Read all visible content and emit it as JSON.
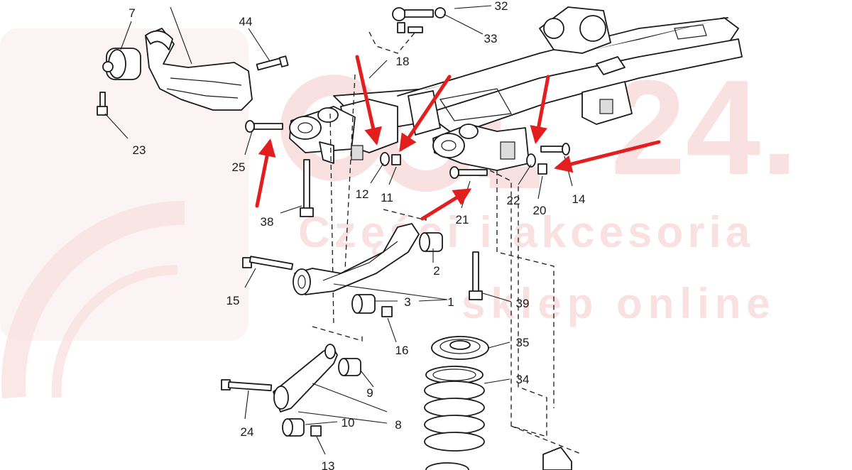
{
  "watermark": {
    "brand": "24.",
    "tagline1": "Części i akcesoria",
    "tagline2": "sklep online",
    "color": "#f4c9c9"
  },
  "arrow_color": "#e31e1e",
  "callouts": [
    {
      "key": "n7",
      "label": "7"
    },
    {
      "key": "n44",
      "label": "44"
    },
    {
      "key": "n23",
      "label": "23"
    },
    {
      "key": "n25",
      "label": "25"
    },
    {
      "key": "n38",
      "label": "38"
    },
    {
      "key": "n32",
      "label": "32"
    },
    {
      "key": "n33",
      "label": "33"
    },
    {
      "key": "n18",
      "label": "18"
    },
    {
      "key": "n12",
      "label": "12"
    },
    {
      "key": "n11",
      "label": "11"
    },
    {
      "key": "n21",
      "label": "21"
    },
    {
      "key": "n22",
      "label": "22"
    },
    {
      "key": "n20",
      "label": "20"
    },
    {
      "key": "n14",
      "label": "14"
    },
    {
      "key": "n2",
      "label": "2"
    },
    {
      "key": "n15",
      "label": "15"
    },
    {
      "key": "n3",
      "label": "3"
    },
    {
      "key": "n1",
      "label": "1"
    },
    {
      "key": "n39",
      "label": "39"
    },
    {
      "key": "n16",
      "label": "16"
    },
    {
      "key": "n35",
      "label": "35"
    },
    {
      "key": "n34",
      "label": "34"
    },
    {
      "key": "n9",
      "label": "9"
    },
    {
      "key": "n8",
      "label": "8"
    },
    {
      "key": "n10",
      "label": "10"
    },
    {
      "key": "n24",
      "label": "24"
    },
    {
      "key": "n13",
      "label": "13"
    }
  ]
}
